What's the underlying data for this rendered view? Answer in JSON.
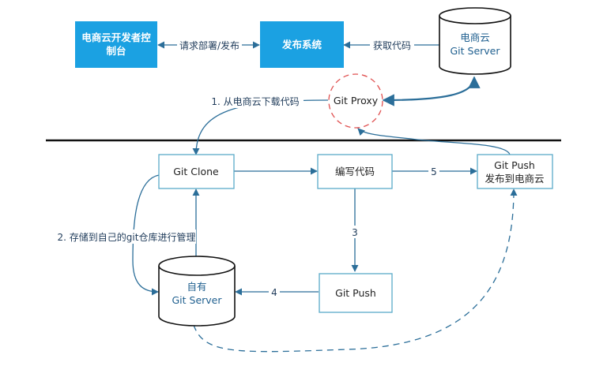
{
  "nodes": {
    "console": [
      "电商云开发者控",
      "制台"
    ],
    "publish": "发布系统",
    "ecloud_server": [
      "电商云",
      "Git Server"
    ],
    "git_proxy": "Git Proxy",
    "git_clone": "Git Clone",
    "write_code": "编写代码",
    "git_push_publish": [
      "Git Push",
      "发布到电商云"
    ],
    "own_server": [
      "自有",
      "Git Server"
    ],
    "git_push": "Git Push"
  },
  "edges": {
    "request_deploy": "请求部署/发布",
    "fetch_code": "获取代码",
    "download": "1. 从电商云下载代码",
    "store_manage": "2. 存储到自己的git仓库进行管理",
    "step3": "3",
    "step4": "4",
    "step5": "5"
  },
  "colors": {
    "blue_box": "#1ba1e2",
    "edge": "#2b6e99",
    "box_border": "#5aaac8",
    "proxy_dash": "#e05050"
  }
}
